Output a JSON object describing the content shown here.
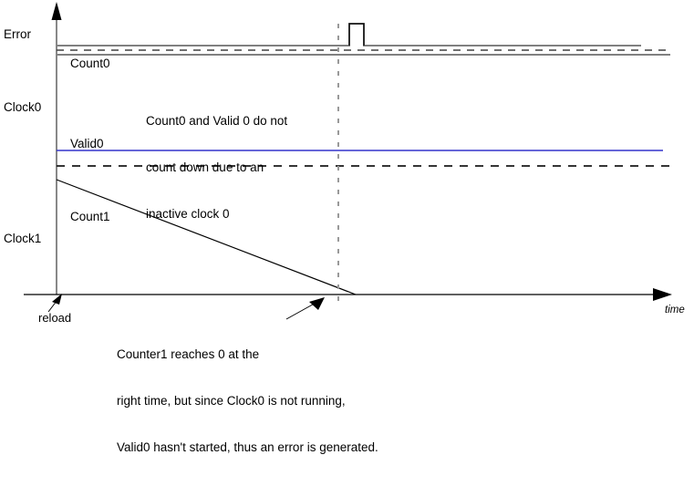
{
  "diagram": {
    "title": "counter timing diagram",
    "axes": {
      "y_axis_name": "signal-axis",
      "x_axis_name": "time-axis",
      "x_axis_label": "time"
    },
    "row_labels": [
      {
        "id": "error",
        "text": "Error"
      },
      {
        "id": "clock0",
        "text": "Clock0"
      },
      {
        "id": "clock1",
        "text": "Clock1"
      }
    ],
    "signal_labels": [
      {
        "id": "count0",
        "text": "Count0"
      },
      {
        "id": "valid0",
        "text": "Valid0"
      },
      {
        "id": "count1",
        "text": "Count1"
      }
    ],
    "annotations": {
      "upper_note": "Count0 and Valid 0 do not\ncount down due to an\ninactive clock 0",
      "upper_note_lines": [
        "Count0 and Valid 0 do not",
        "count down due to an",
        "inactive clock 0"
      ],
      "reload_label": "reload",
      "lower_note_lines": [
        "Counter1 reaches 0 at the",
        "right time, but since Clock0 is not running,",
        "Valid0 hasn't started, thus an error is generated."
      ]
    },
    "colors": {
      "background": "#ffffff",
      "ink": "#000000",
      "signal_gray": "#808080",
      "dash_dark": "#404040",
      "valid0_blue": "#3333cc",
      "marker_gray": "#999999"
    }
  },
  "chart_data": {
    "type": "line",
    "title": "Counter timing diagram: Clock0 inactive causes error",
    "xlabel": "time",
    "ylabel": "",
    "grid": false,
    "legend": "none",
    "xlim": [
      0,
      761
    ],
    "ylim": [
      0,
      405
    ],
    "series": [
      {
        "name": "Error",
        "color": "#808080",
        "description": "Mostly low, single narrow high pulse after the dashed time marker",
        "points": [
          {
            "x": 62,
            "y": 50
          },
          {
            "x": 383,
            "y": 50
          },
          {
            "x": 383,
            "y": 26
          },
          {
            "x": 399,
            "y": 26
          },
          {
            "x": 399,
            "y": 50
          },
          {
            "x": 703,
            "y": 50
          }
        ]
      },
      {
        "name": "Count0",
        "color": "#404040",
        "style": "dashed",
        "description": "Flat, stays at reload value (never counts down)",
        "points": [
          {
            "x": 62,
            "y": 60
          },
          {
            "x": 735,
            "y": 60
          }
        ]
      },
      {
        "name": "Valid0",
        "color": "#3333cc",
        "description": "Flat, never asserted/started",
        "points": [
          {
            "x": 62,
            "y": 165
          },
          {
            "x": 727,
            "y": 165
          }
        ]
      },
      {
        "name": "Valid0 baseline",
        "color": "#404040",
        "style": "dashed",
        "description": "Dashed reference level under Valid0",
        "points": [
          {
            "x": 62,
            "y": 182
          },
          {
            "x": 735,
            "y": 182
          }
        ]
      },
      {
        "name": "Count1",
        "color": "#000000",
        "description": "Ramps linearly down from reload value to 0",
        "points": [
          {
            "x": 62,
            "y": 197
          },
          {
            "x": 390,
            "y": 323
          }
        ]
      }
    ],
    "markers": [
      {
        "name": "time-marker",
        "style": "dashed-vertical",
        "x": 371,
        "y_top": 26,
        "y_bottom": 332,
        "color": "#999999"
      },
      {
        "name": "reload-marker",
        "style": "arrow",
        "x": 62,
        "y": 323
      },
      {
        "name": "counter1-zero-marker",
        "style": "arrow",
        "x": 352,
        "y": 327
      }
    ]
  }
}
